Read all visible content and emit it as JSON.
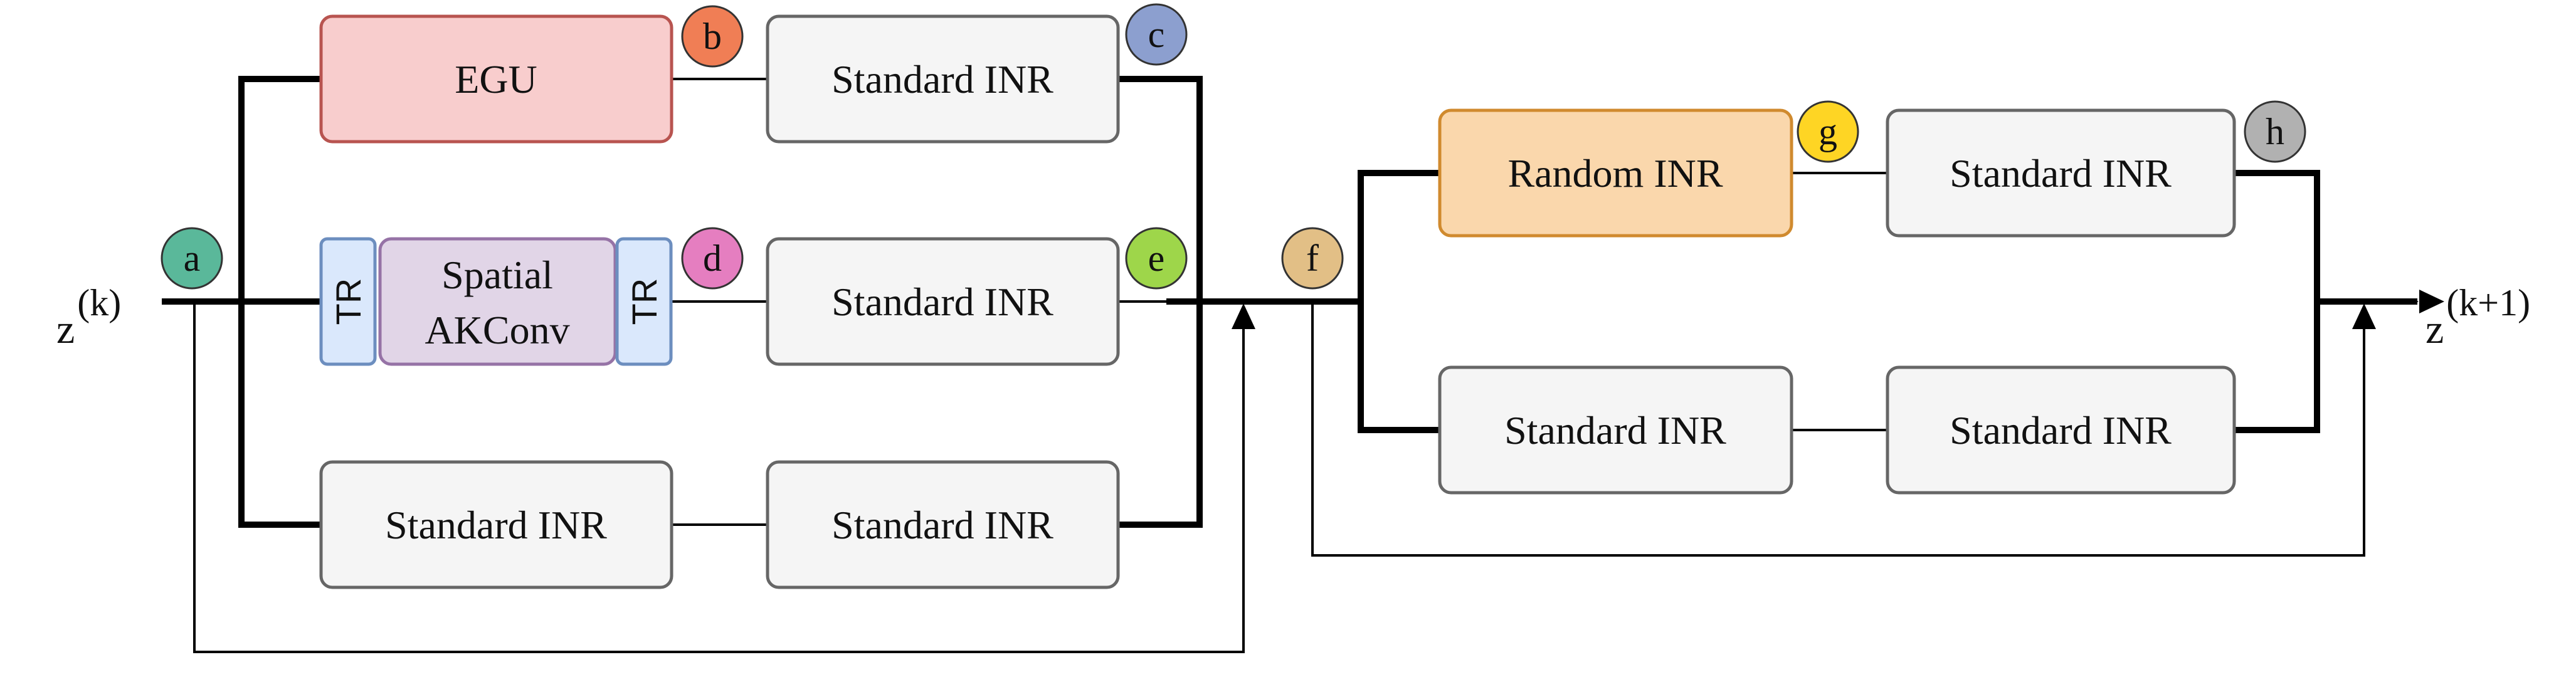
{
  "input_label": {
    "base": "z",
    "sup": "(k)"
  },
  "output_label": {
    "base": "z",
    "sup": "(k+1)"
  },
  "block1": {
    "egu": "EGU",
    "std_b1_right": "Standard INR",
    "tr_left": "TR",
    "spatial_line1": "Spatial",
    "spatial_line2": "AKConv",
    "tr_right": "TR",
    "std_b2_right": "Standard INR",
    "std_b3_left": "Standard INR",
    "std_b3_right": "Standard INR"
  },
  "block2": {
    "random_inr": "Random INR",
    "std_top_right": "Standard INR",
    "std_bottom_left": "Standard INR",
    "std_bottom_right": "Standard INR"
  },
  "badges": [
    {
      "id": "a",
      "color": "#5ab89a"
    },
    {
      "id": "b",
      "color": "#f07e55"
    },
    {
      "id": "c",
      "color": "#8c9fcf"
    },
    {
      "id": "d",
      "color": "#e57ec0"
    },
    {
      "id": "e",
      "color": "#9ed64a"
    },
    {
      "id": "f",
      "color": "#e2bf86"
    },
    {
      "id": "g",
      "color": "#fed524"
    },
    {
      "id": "h",
      "color": "#b1b1b1"
    }
  ],
  "colors": {
    "egu_fill": "#f8cdcd",
    "egu_stroke": "#b85450",
    "spatial_fill": "#e1d5e7",
    "spatial_stroke": "#9673a6",
    "tr_fill": "#dae8fc",
    "tr_stroke": "#6c8ebf",
    "random_fill": "#fad7ac",
    "random_stroke": "#d08a2e",
    "standard_fill": "#f5f5f5",
    "standard_stroke": "#666666"
  }
}
